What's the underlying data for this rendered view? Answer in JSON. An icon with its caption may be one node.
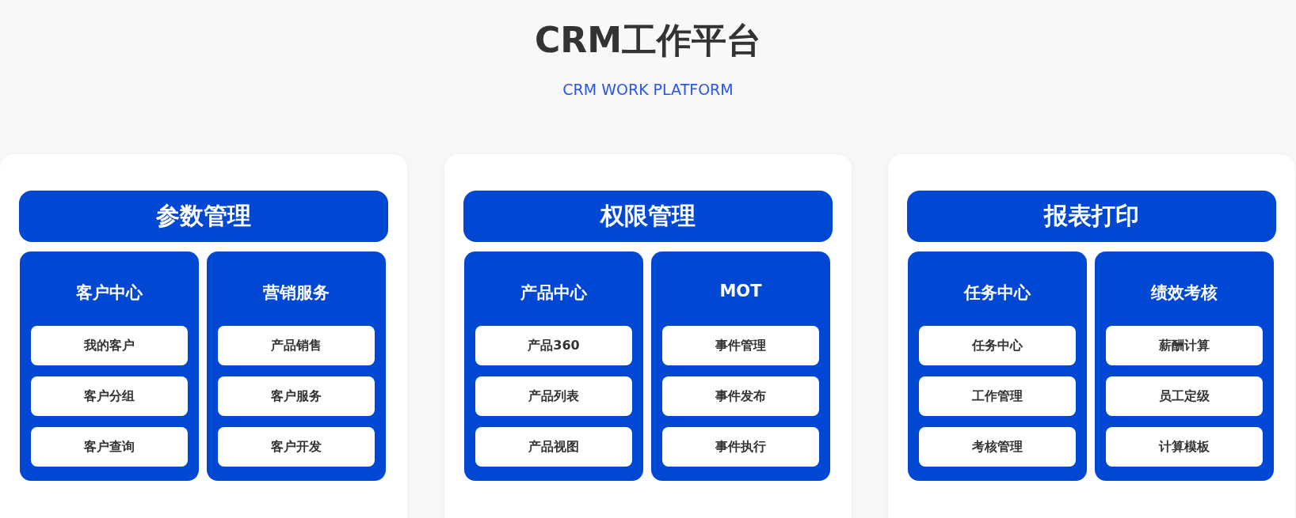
{
  "diagram": {
    "title": "CRM工作平台",
    "nodes": [
      {
        "text": [],
        "shape": "box"
      },
      {
        "text": [
          "参数管理"
        ],
        "in": 0
      },
      {
        "text": [
          "客户中心"
        ],
        "in": 0
      },
      {
        "text": [
          "我的客户"
        ],
        "in": 2
      },
      {
        "text": [
          "客户分组"
        ],
        "in": 2
      },
      {
        "text": [
          "客户查询"
        ],
        "in": 2
      },
      {
        "text": [
          "营销服务"
        ],
        "in": 0
      },
      {
        "text": [
          "产品销售"
        ],
        "in": 6
      },
      {
        "text": [
          "客户服务"
        ],
        "in": 6
      },
      {
        "text": [
          "客户开发"
        ],
        "in": 6
      },
      {
        "text": [],
        "shape": "box"
      },
      {
        "text": [
          "权限管理"
        ],
        "in": 10
      },
      {
        "text": [
          "产品中心"
        ],
        "in": 10
      },
      {
        "text": [
          "产品360"
        ],
        "in": 12
      },
      {
        "text": [
          "产品列表"
        ],
        "in": 12
      },
      {
        "text": [
          "产品视图"
        ],
        "in": 12
      },
      {
        "text": [
          "MOT"
        ],
        "in": 10
      },
      {
        "text": [
          "事件管理"
        ],
        "in": 16
      },
      {
        "text": [
          "事件发布"
        ],
        "in": 16
      },
      {
        "text": [
          "事件执行"
        ],
        "in": 16
      },
      {
        "text": [],
        "shape": "box"
      },
      {
        "text": [
          "报表打印"
        ],
        "in": 20
      },
      {
        "text": [
          "任务中心"
        ],
        "in": 20
      },
      {
        "text": [
          "任务中心"
        ],
        "in": 22
      },
      {
        "text": [
          "工作管理"
        ],
        "in": 22
      },
      {
        "text": [
          "考核管理"
        ],
        "in": 22
      },
      {
        "text": [
          "绩效考核"
        ],
        "in": 20
      },
      {
        "text": [
          "薪酬计算"
        ],
        "in": 26
      },
      {
        "text": [
          "员工定级"
        ],
        "in": 26
      },
      {
        "text": [
          "计算模板"
        ],
        "in": 26
      }
    ],
    "edges": [],
    "labels": [
      "CRM WORK PLATFORM"
    ]
  }
}
